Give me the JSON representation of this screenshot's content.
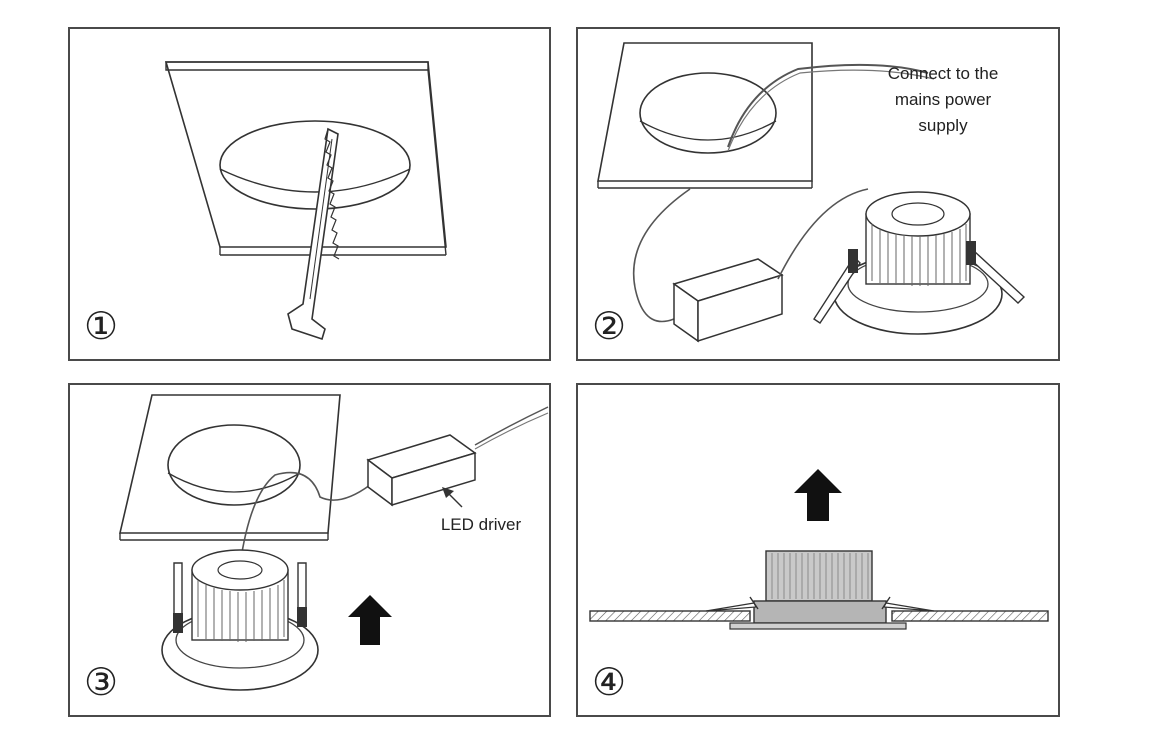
{
  "steps": [
    {
      "number": "①"
    },
    {
      "number": "②",
      "label": "Connect to the\nmains power\nsupply"
    },
    {
      "number": "③",
      "label": "LED driver"
    },
    {
      "number": "④"
    }
  ]
}
